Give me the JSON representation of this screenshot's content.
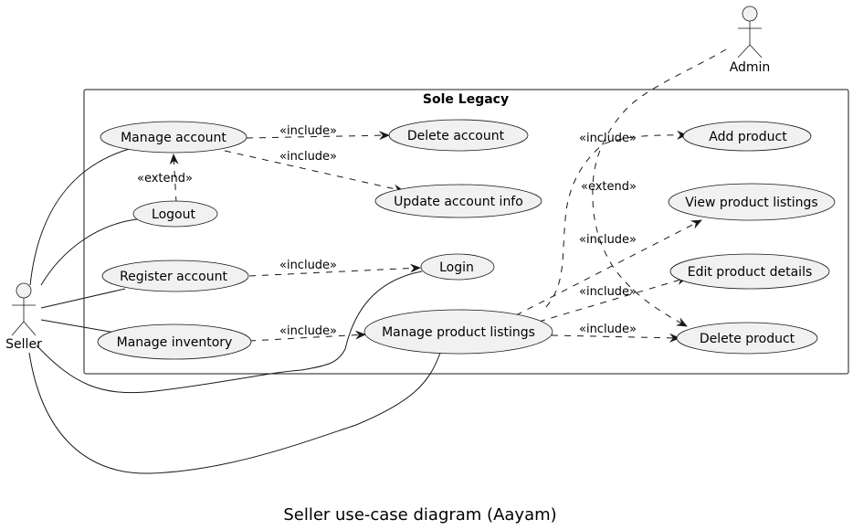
{
  "diagram": {
    "caption": "Seller use-case diagram (Aayam)",
    "system_boundary": {
      "title": "Sole Legacy"
    },
    "actors": {
      "seller": {
        "label": "Seller"
      },
      "admin": {
        "label": "Admin"
      }
    },
    "use_cases": {
      "manage_account": "Manage account",
      "delete_account": "Delete account",
      "update_account_info": "Update account info",
      "logout": "Logout",
      "register_account": "Register account",
      "login": "Login",
      "manage_inventory": "Manage inventory",
      "manage_product_listings": "Manage product listings",
      "add_product": "Add product",
      "view_product_listings": "View product listings",
      "edit_product_details": "Edit product details",
      "delete_product": "Delete product"
    },
    "relations": {
      "include": "«include»",
      "extend": "«extend»"
    }
  }
}
